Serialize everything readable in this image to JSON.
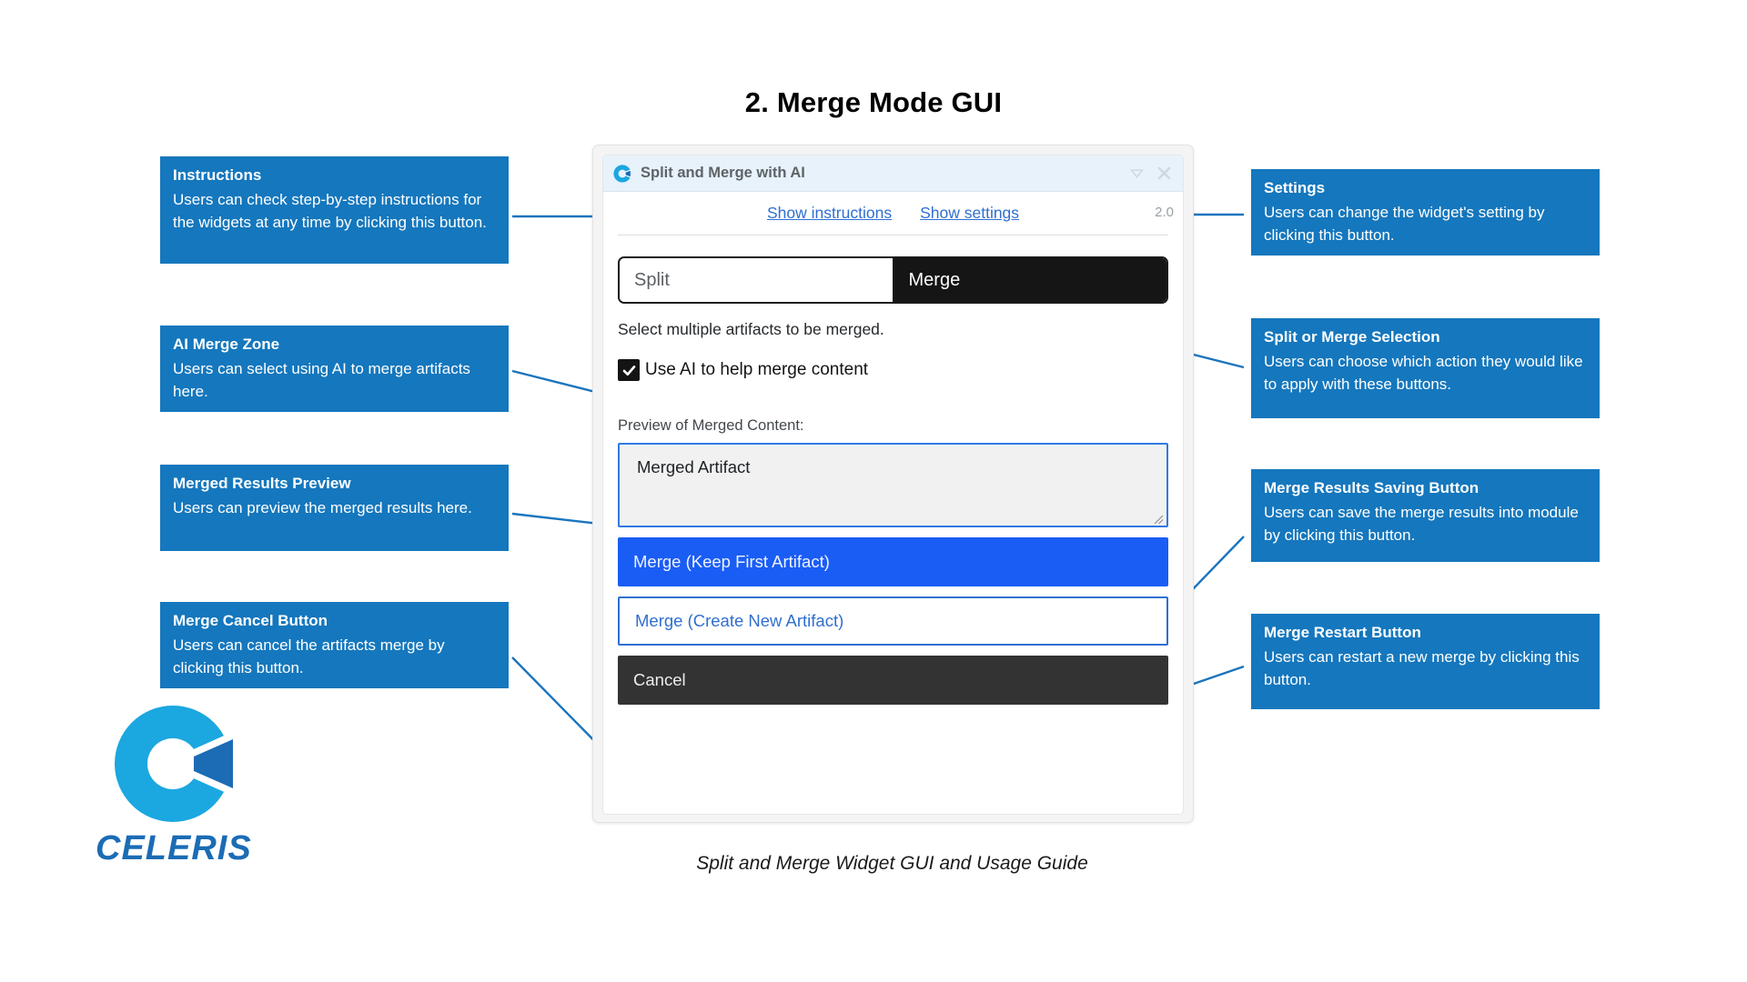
{
  "page": {
    "title": "2. Merge Mode GUI",
    "caption": "Split and Merge Widget GUI and Usage Guide"
  },
  "brand": {
    "name": "CELERIS",
    "logo_icon": "celeris-c-logo-icon",
    "colors": {
      "primary": "#1ba7e0",
      "wedge": "#1b6cb5",
      "wordmark": "#1b6cb5"
    }
  },
  "colors": {
    "callout_blue": "#1577BD",
    "connector_blue": "#1b74bd",
    "accent_primary": "#1a5df5",
    "accent_link": "#2f6fd0",
    "dark": "#151515",
    "cancel": "#333333"
  },
  "widget": {
    "titlebar": {
      "icon": "celeris-logo-icon",
      "title": "Split and Merge with AI",
      "minimize_icon": "chevron-down-icon",
      "close_icon": "close-icon"
    },
    "links": {
      "instructions": "Show instructions",
      "settings": "Show settings"
    },
    "version": "2.0",
    "mode_toggle": {
      "options": [
        "Split",
        "Merge"
      ],
      "selected": "Merge"
    },
    "hint": "Select multiple artifacts to be merged.",
    "ai_checkbox": {
      "label": "Use AI to help merge content",
      "checked": true,
      "icon": "checkmark-icon"
    },
    "preview": {
      "label": "Preview of Merged Content:",
      "value": "Merged Artifact",
      "resize_icon": "resize-grip-icon"
    },
    "actions": {
      "merge_keep_first": "Merge (Keep First Artifact)",
      "merge_create_new": "Merge (Create New Artifact)",
      "cancel": "Cancel"
    }
  },
  "callouts": {
    "left": [
      {
        "id": "instructions",
        "title": "Instructions",
        "body": "Users can check step-by-step instructions for the widgets at any time by clicking this button."
      },
      {
        "id": "ai-merge-zone",
        "title": "AI Merge Zone",
        "body": "Users can select using AI to merge artifacts here."
      },
      {
        "id": "merged-results-preview",
        "title": "Merged Results Preview",
        "body": "Users can preview the merged results here."
      },
      {
        "id": "merge-cancel-button",
        "title": "Merge Cancel Button",
        "body": "Users can cancel the artifacts merge by clicking this button."
      }
    ],
    "right": [
      {
        "id": "settings",
        "title": "Settings",
        "body": "Users can change the widget's setting by clicking this button."
      },
      {
        "id": "split-or-merge-selection",
        "title": "Split or Merge Selection",
        "body": "Users can choose which action they would like to apply with these buttons."
      },
      {
        "id": "merge-results-saving-button",
        "title": "Merge Results Saving Button",
        "body": "Users can save the merge results into module by clicking this button."
      },
      {
        "id": "merge-restart-button",
        "title": "Merge Restart Button",
        "body": "Users can restart a new merge by clicking this button."
      }
    ]
  }
}
